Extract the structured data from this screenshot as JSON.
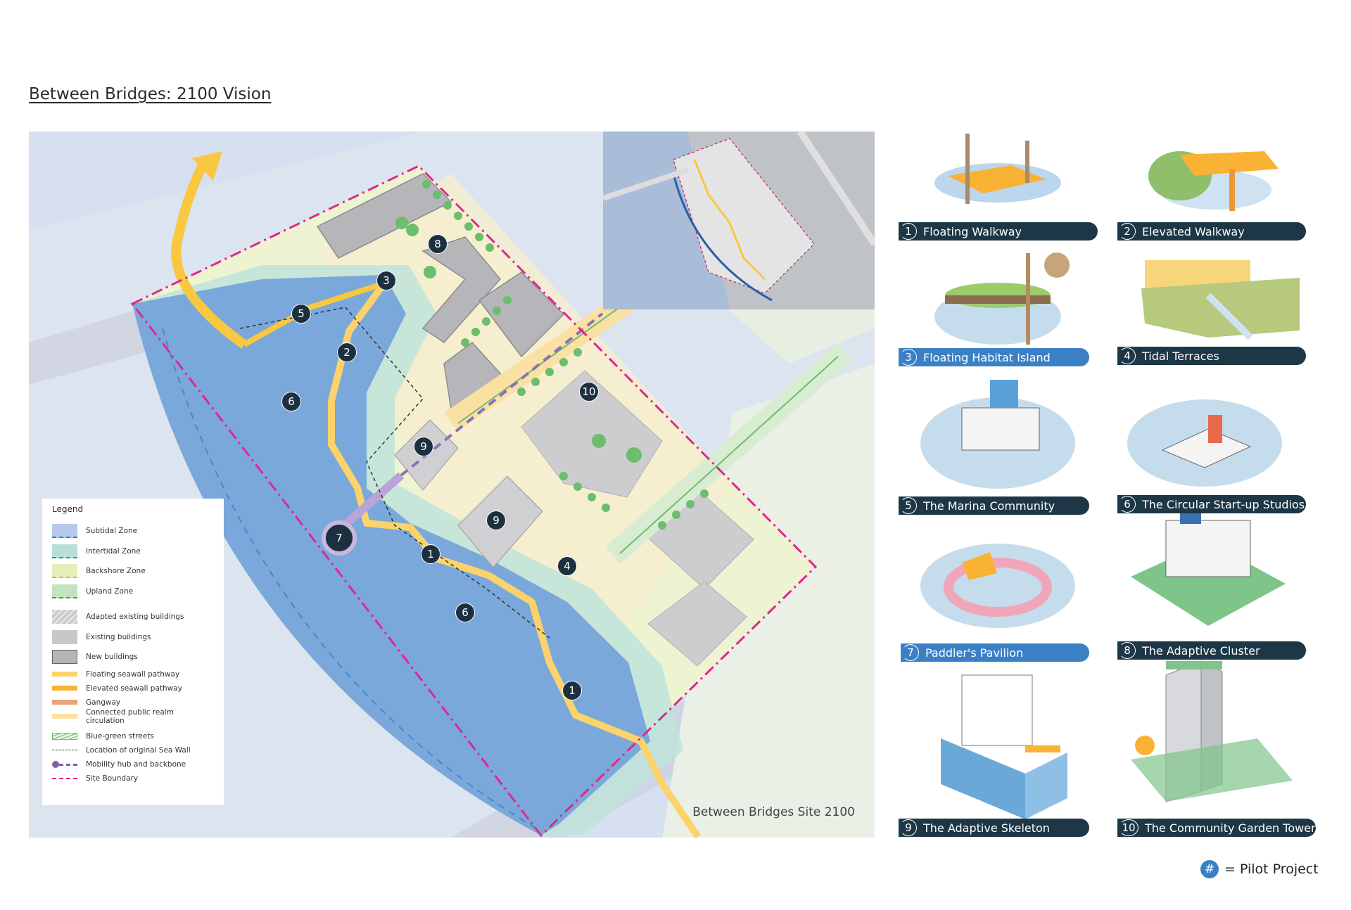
{
  "title": "Between Bridges: 2100 Vision",
  "map": {
    "caption": "Between Bridges Site 2100",
    "markers": [
      "8",
      "3",
      "5",
      "2",
      "6",
      "10",
      "9",
      "9",
      "7",
      "1",
      "4",
      "6",
      "1"
    ],
    "legend": {
      "title": "Legend",
      "items": [
        {
          "label": "Subtidal Zone",
          "color": "#b7c9ea",
          "edge": "#3b7fc4"
        },
        {
          "label": "Intertidal Zone",
          "color": "#b7e0da",
          "edge": "#2a9a95"
        },
        {
          "label": "Backshore Zone",
          "color": "#e7efb8",
          "edge": "#b8c840"
        },
        {
          "label": "Upland Zone",
          "color": "#c4e2bd",
          "edge": "#3aa354"
        },
        {
          "label": "Adapted existing buildings",
          "color": "#c8c8c8"
        },
        {
          "label": "Existing buildings",
          "color": "#c8c8c8"
        },
        {
          "label": "New buildings",
          "color": "#b5b5b8"
        },
        {
          "label": "Floating seawall pathway",
          "color": "#fcd36a"
        },
        {
          "label": "Elevated seawall pathway",
          "color": "#f9b233"
        },
        {
          "label": "Gangway",
          "color": "#e8a47a"
        },
        {
          "label": "Connected public realm circulation",
          "color": "#fbe0a3"
        },
        {
          "label": "Blue-green streets",
          "color": "#6cbd6e"
        },
        {
          "label": "Location of original Sea Wall",
          "color": "#333333"
        },
        {
          "label": "Mobility hub and backbone",
          "color": "#7b5fa8"
        },
        {
          "label": "Site Boundary",
          "color": "#e0278c"
        }
      ]
    }
  },
  "projects": [
    {
      "num": "1",
      "name": "Floating Walkway",
      "pilot": false
    },
    {
      "num": "2",
      "name": "Elevated Walkway",
      "pilot": false
    },
    {
      "num": "3",
      "name": "Floating Habitat Island",
      "pilot": true
    },
    {
      "num": "4",
      "name": "Tidal Terraces",
      "pilot": false
    },
    {
      "num": "5",
      "name": "The Marina Community",
      "pilot": false
    },
    {
      "num": "6",
      "name": "The Circular Start-up Studios",
      "pilot": false
    },
    {
      "num": "7",
      "name": "Paddler's Pavilion",
      "pilot": true
    },
    {
      "num": "8",
      "name": "The Adaptive Cluster",
      "pilot": false
    },
    {
      "num": "9",
      "name": "The Adaptive Skeleton",
      "pilot": false
    },
    {
      "num": "10",
      "name": "The Community Garden Tower",
      "pilot": false
    }
  ],
  "pilot_note": {
    "symbol": "#",
    "text": "= Pilot Project"
  },
  "colors": {
    "label_dark": "#1d3746",
    "label_pilot": "#3b80c4",
    "water": "#7aa8da",
    "boundary": "#e0278c"
  }
}
